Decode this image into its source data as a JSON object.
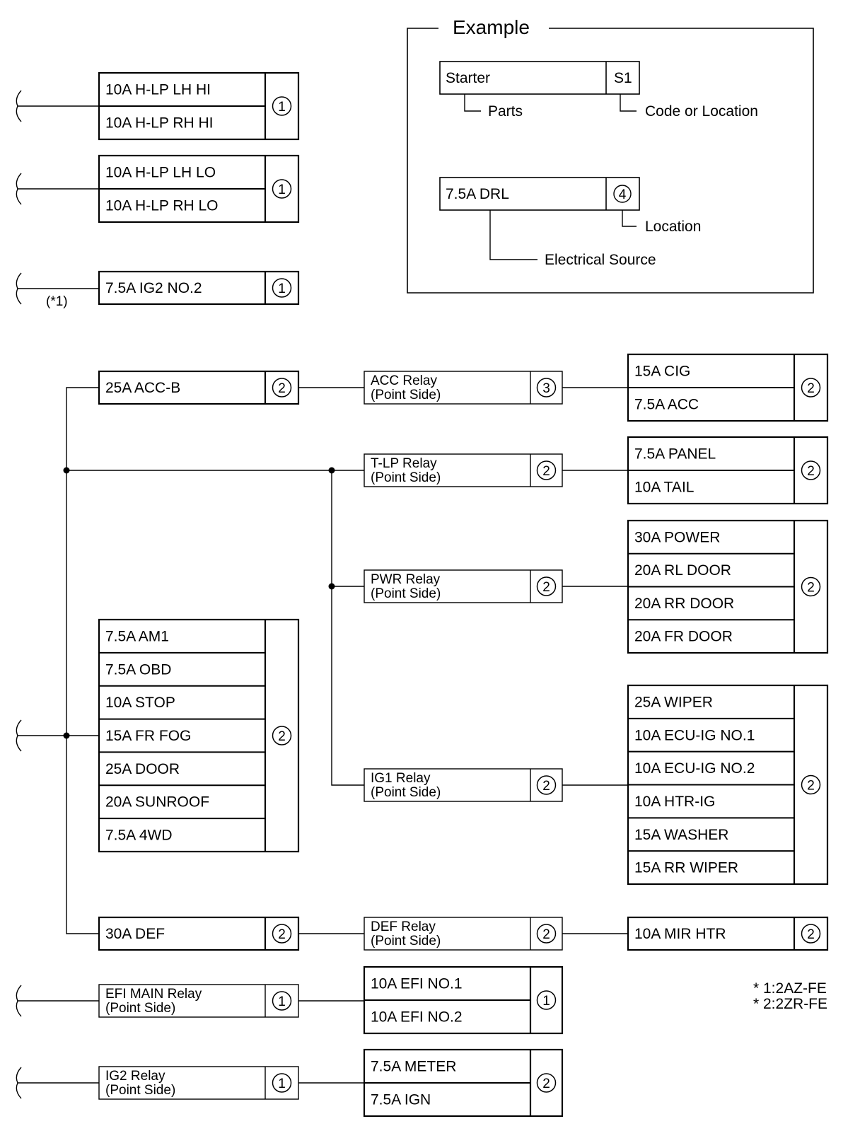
{
  "legend": {
    "title": "Example",
    "sample_part": "Starter",
    "sample_code": "S1",
    "parts_note": "Parts",
    "code_note": "Code or Location",
    "sample_source": "7.5A DRL",
    "sample_location": "4",
    "location_note": "Location",
    "source_note": "Electrical Source"
  },
  "boxes": {
    "hlp_hi": {
      "rows": [
        "10A H-LP LH HI",
        "10A H-LP RH HI"
      ],
      "location": "1"
    },
    "hlp_lo": {
      "rows": [
        "10A H-LP LH LO",
        "10A H-LP RH LO"
      ],
      "location": "1"
    },
    "ig2no2": {
      "rows": [
        "7.5A IG2 NO.2"
      ],
      "location": "1"
    },
    "accb": {
      "rows": [
        "25A ACC-B"
      ],
      "location": "2"
    },
    "acc_relay": {
      "rows": [
        "ACC Relay",
        "(Point Side)"
      ],
      "location": "3"
    },
    "cig_acc": {
      "rows": [
        "15A CIG",
        "7.5A ACC"
      ],
      "location": "2"
    },
    "tlp_relay": {
      "rows": [
        "T-LP Relay",
        "(Point Side)"
      ],
      "location": "2"
    },
    "panel_tail": {
      "rows": [
        "7.5A PANEL",
        "10A TAIL"
      ],
      "location": "2"
    },
    "pwr_relay": {
      "rows": [
        "PWR Relay",
        "(Point Side)"
      ],
      "location": "2"
    },
    "power_doors": {
      "rows": [
        "30A POWER",
        "20A RL DOOR",
        "20A RR DOOR",
        "20A FR DOOR"
      ],
      "location": "2"
    },
    "am1_group": {
      "rows": [
        "7.5A AM1",
        "7.5A OBD",
        "10A STOP",
        "15A FR FOG",
        "25A DOOR",
        "20A SUNROOF",
        "7.5A 4WD"
      ],
      "location": "2"
    },
    "ig1_relay": {
      "rows": [
        "IG1 Relay",
        "(Point Side)"
      ],
      "location": "2"
    },
    "wiper_group": {
      "rows": [
        "25A WIPER",
        "10A ECU-IG NO.1",
        "10A ECU-IG NO.2",
        "10A HTR-IG",
        "15A WASHER",
        "15A RR WIPER"
      ],
      "location": "2"
    },
    "def": {
      "rows": [
        "30A DEF"
      ],
      "location": "2"
    },
    "def_relay": {
      "rows": [
        "DEF Relay",
        "(Point Side)"
      ],
      "location": "2"
    },
    "mir_htr": {
      "rows": [
        "10A MIR HTR"
      ],
      "location": "2"
    },
    "efi_main_relay": {
      "rows": [
        "EFI MAIN Relay",
        "(Point Side)"
      ],
      "location": "1"
    },
    "efi": {
      "rows": [
        "10A EFI NO.1",
        "10A EFI NO.2"
      ],
      "location": "1"
    },
    "ig2_relay": {
      "rows": [
        "IG2 Relay",
        "(Point Side)"
      ],
      "location": "1"
    },
    "meter_ign": {
      "rows": [
        "7.5A METER",
        "7.5A IGN"
      ],
      "location": "2"
    }
  },
  "notes": {
    "ref_mark": "(*1)",
    "footnote_1": "* 1:2AZ-FE",
    "footnote_2": "* 2:2ZR-FE"
  }
}
